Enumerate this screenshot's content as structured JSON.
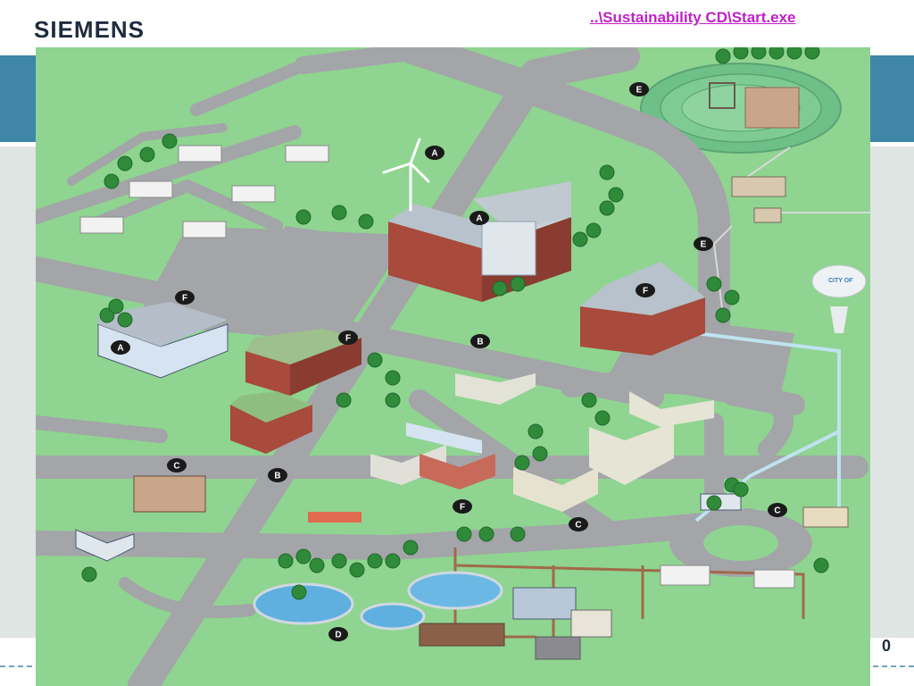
{
  "header": {
    "logo_text": "SIEMENS",
    "link_text": "..\\Sustainability CD\\Start.exe",
    "page_number_fragment": "0"
  },
  "colors": {
    "band": "#3f86a8",
    "link": "#c020c8",
    "grass": "#8fd490",
    "road": "#a3a5a8"
  },
  "map": {
    "water_tower_text": "CITY OF",
    "markers": [
      {
        "id": "wind",
        "label": "A"
      },
      {
        "id": "office",
        "label": "A"
      },
      {
        "id": "hotel",
        "label": "A"
      },
      {
        "id": "intersection-east",
        "label": "B"
      },
      {
        "id": "intersection-west",
        "label": "B"
      },
      {
        "id": "gas-station",
        "label": "C"
      },
      {
        "id": "apartments",
        "label": "C"
      },
      {
        "id": "bus-stop",
        "label": "C"
      },
      {
        "id": "wastewater",
        "label": "D"
      },
      {
        "id": "substation",
        "label": "E"
      },
      {
        "id": "transmission",
        "label": "E"
      },
      {
        "id": "street-north",
        "label": "F"
      },
      {
        "id": "street-mid",
        "label": "F"
      },
      {
        "id": "school",
        "label": "F"
      },
      {
        "id": "street-south",
        "label": "F"
      }
    ]
  }
}
